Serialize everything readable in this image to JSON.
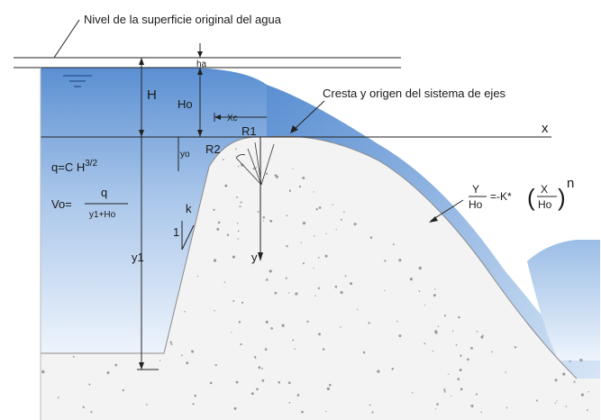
{
  "labels": {
    "water_level": "Nivel de la superficie original del agua",
    "crest_origin": "Cresta y origen del sistema de ejes",
    "axis_x": "x",
    "axis_y": "y",
    "H": "H",
    "Ho": "Ho",
    "ha": "ha",
    "yo": "yo",
    "y1": "y1",
    "Xc": "Xc",
    "R1": "R1",
    "R2": "R2",
    "k": "k",
    "one": "1"
  },
  "equations": {
    "q_lhs": "q=C H",
    "q_exp": "3/2",
    "vo_lhs": "Vo=",
    "vo_num": "q",
    "vo_den": "y1+Ho",
    "profile_Y": "Y",
    "profile_Ho": "Ho",
    "profile_mid": "=-K*",
    "profile_X": "X",
    "profile_Ho2": "Ho",
    "profile_n": "n"
  },
  "colors": {
    "water_dark": "#5a8fd2",
    "water_light": "#eaf2fb",
    "concrete": "#f3f3f3",
    "line": "#1a1a1a"
  }
}
